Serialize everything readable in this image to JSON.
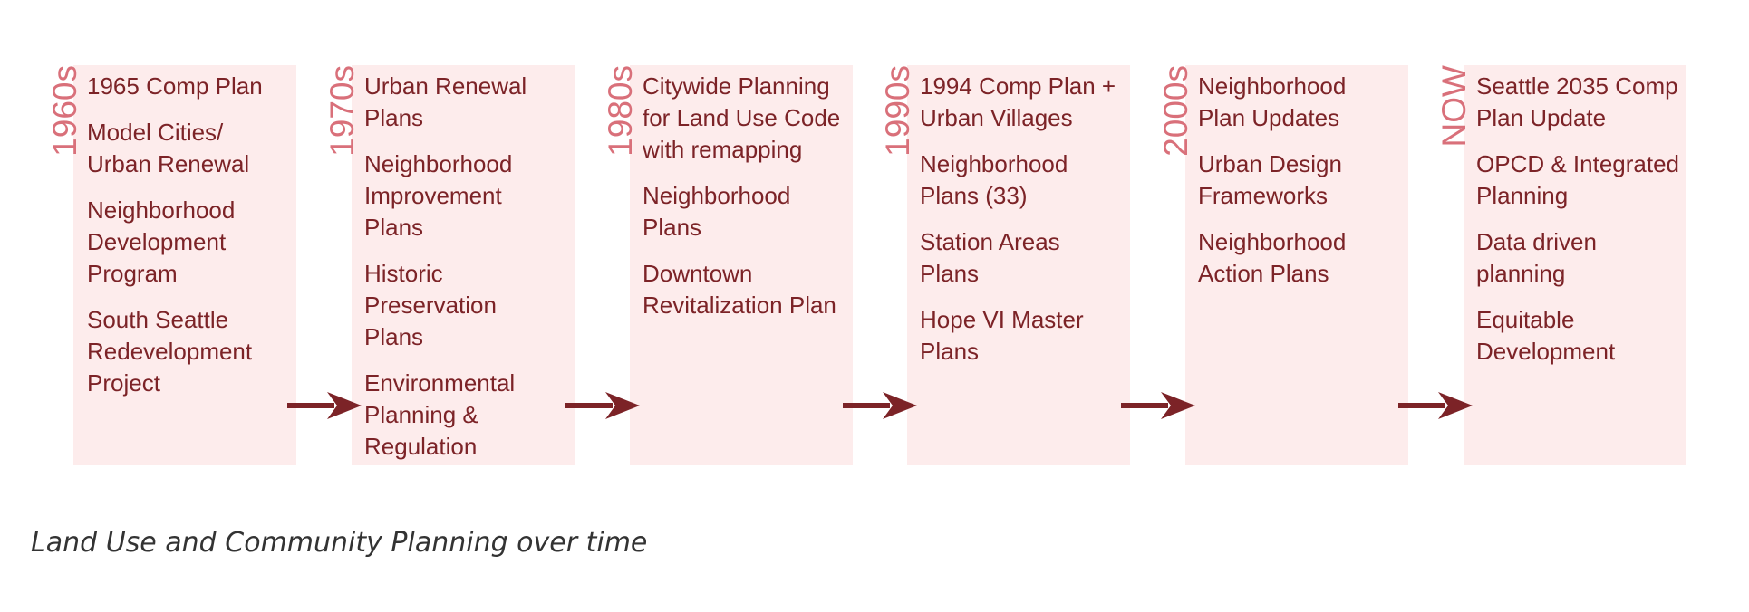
{
  "columns": [
    {
      "era": "1960s",
      "items": [
        "1965 Comp Plan",
        "Model Cities/ Urban Renewal",
        "Neighborhood Development Program",
        "South Seattle Redevelopment Project"
      ]
    },
    {
      "era": "1970s",
      "items": [
        "Urban Renewal Plans",
        "Neighborhood Improvement Plans",
        "Historic Preservation Plans",
        "Environmental Planning & Regulation"
      ]
    },
    {
      "era": "1980s",
      "items": [
        "Citywide Planning for Land Use Code with remapping",
        "Neighborhood Plans",
        "Downtown Revitalization Plan"
      ]
    },
    {
      "era": "1990s",
      "items": [
        "1994 Comp Plan + Urban Villages",
        "Neighborhood Plans (33)",
        "Station Areas Plans",
        "Hope VI Master Plans"
      ]
    },
    {
      "era": "2000s",
      "items": [
        "Neighborhood Plan Updates",
        "Urban Design Frameworks",
        "Neighborhood Action Plans"
      ]
    },
    {
      "era": "NOW",
      "items": [
        "Seattle 2035 Comp Plan Update",
        "OPCD & Integrated Planning",
        "Data driven planning",
        "Equitable Development"
      ]
    }
  ],
  "caption": "Land Use and Community Planning over time",
  "colors": {
    "panel": "#fdecec",
    "era_label": "#d9707a",
    "item_text": "#7c2327",
    "arrow": "#7c2327"
  }
}
